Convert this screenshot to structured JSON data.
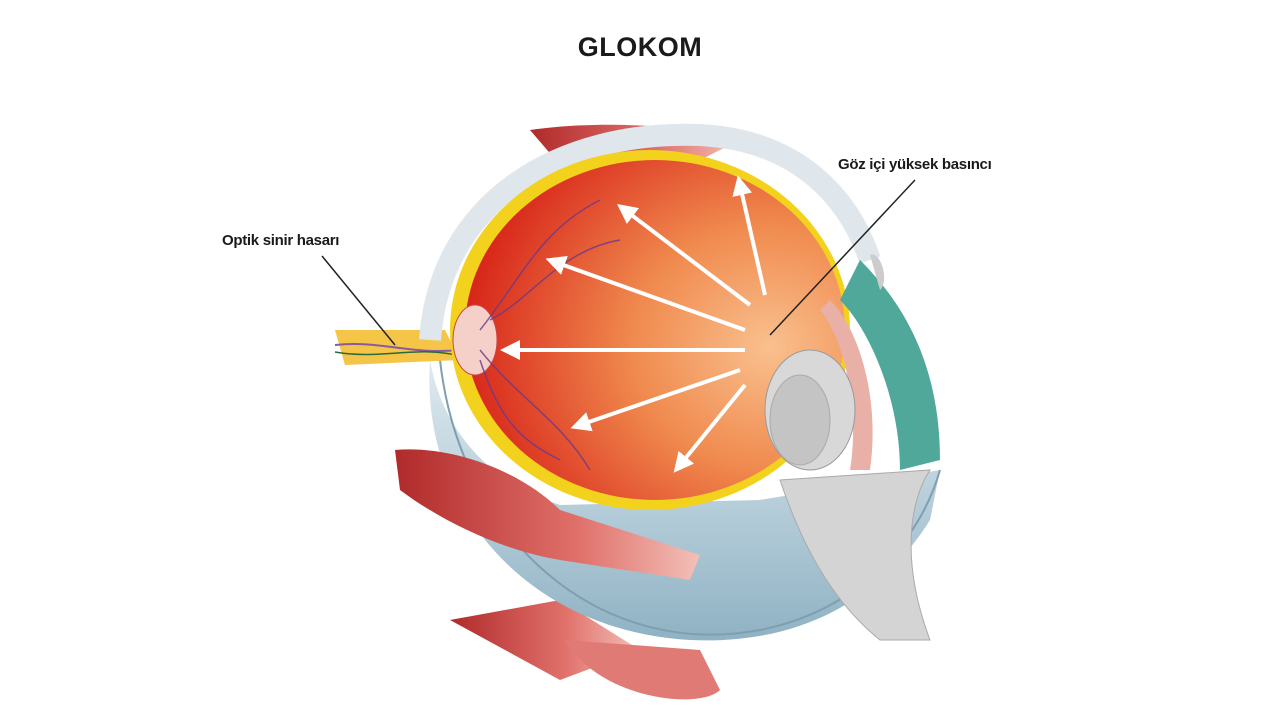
{
  "title": "GLOKOM",
  "labels": {
    "optic_nerve_damage": "Optik sinir hasarı",
    "high_eye_pressure": "Göz içi yüksek basıncı"
  },
  "colors": {
    "retina_red": "#e23a1e",
    "inner_orange": "#f5a36a",
    "yellow_layer": "#f3d21e",
    "sclera_blue": "#b9d3df",
    "muscle_red": "#c8403a",
    "lens_teal": "#4fa89a"
  }
}
